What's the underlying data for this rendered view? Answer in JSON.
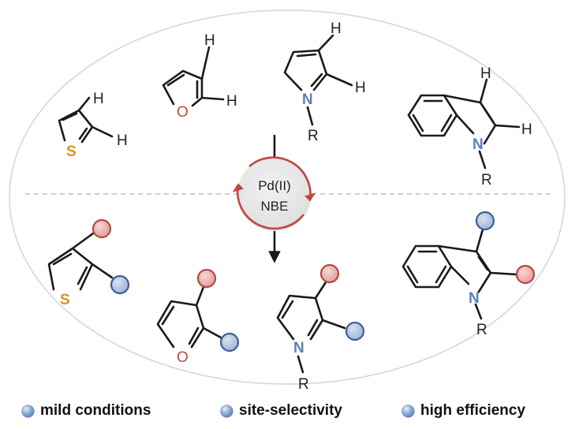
{
  "catalyst": {
    "metal": "Pd(II)",
    "cocatalyst": "NBE"
  },
  "atoms": {
    "sulfur": "S",
    "oxygen": "O",
    "nitrogen": "N",
    "hydrogen": "H",
    "substituent": "R"
  },
  "colors": {
    "ellipse_border": "#c9dbe6",
    "sulfur": "#d99020",
    "oxygen": "#c0473f",
    "nitrogen": "#5b80b8",
    "red_group": "#e9a9a4",
    "blue_group": "#a8b8d8",
    "catalyst_arrow": "#c0473f",
    "catalyst_fill": "#e6e6e6"
  },
  "legend": [
    {
      "label": "mild conditions",
      "icon": "blue-ball-icon"
    },
    {
      "label": "site-selectivity",
      "icon": "blue-ball-icon"
    },
    {
      "label": "high efficiency",
      "icon": "blue-ball-icon"
    }
  ]
}
